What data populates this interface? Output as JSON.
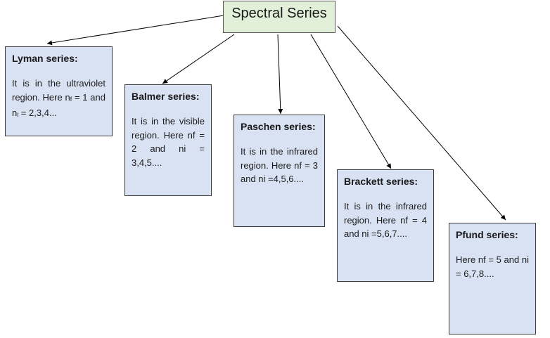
{
  "root": {
    "title": "Spectral Series"
  },
  "series": [
    {
      "id": "lyman",
      "title": "Lyman series:",
      "desc_html": "It is in the ultraviolet region. Here n<sub>f</sub> = 1 and n<sub>i</sub> = 2,3,4..."
    },
    {
      "id": "balmer",
      "title": "Balmer series:",
      "desc_html": "It is in the visible region. Here nf = 2 and ni = 3,4,5...."
    },
    {
      "id": "paschen",
      "title": "Paschen series:",
      "desc_html": "It is in the infrared region. Here nf = 3 and ni =4,5,6...."
    },
    {
      "id": "brackett",
      "title": "Brackett series:",
      "desc_html": "It is in the infrared region. Here nf = 4 and ni =5,6,7...."
    },
    {
      "id": "pfund",
      "title": "Pfund series:",
      "desc_html": "Here nf = 5 and ni = 6,7,8...."
    }
  ],
  "colors": {
    "root_fill": "#e2efd9",
    "box_fill": "#d9e2f3",
    "line": "#000000"
  }
}
